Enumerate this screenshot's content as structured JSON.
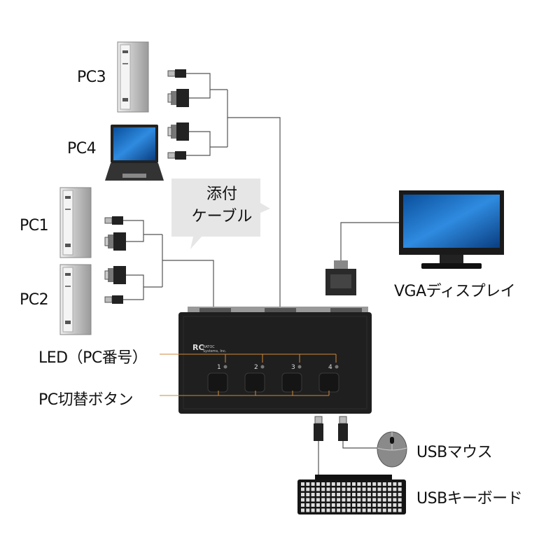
{
  "labels": {
    "pc3": "PC3",
    "pc4": "PC4",
    "pc1": "PC1",
    "pc2": "PC2",
    "callout_line1": "添付",
    "callout_line2": "ケーブル",
    "vga_display": "VGAディスプレイ",
    "led": "LED（PC番号）",
    "switch_button": "PC切替ボタン",
    "usb_mouse": "USBマウス",
    "usb_keyboard": "USBキーボード"
  },
  "kvm": {
    "port_numbers": [
      "1",
      "2",
      "3",
      "4"
    ],
    "brand": "RATOC Systems, Inc."
  },
  "colors": {
    "leader_line": "#d08a3a",
    "device": "#222222",
    "callout": "#e6e6e6"
  }
}
